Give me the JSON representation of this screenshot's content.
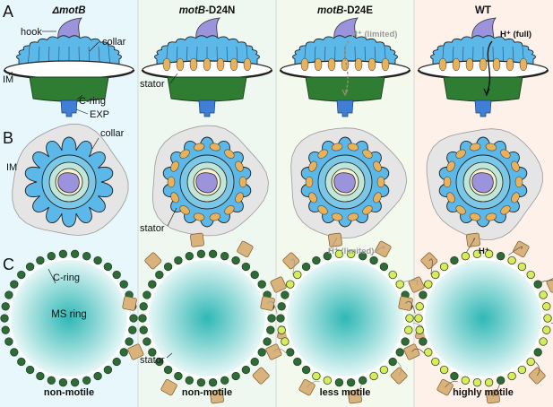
{
  "panel_letters": [
    "A",
    "B",
    "C"
  ],
  "columns": [
    {
      "title_italic": "ΔmotB",
      "title_rest": "",
      "label": "non-motile",
      "bg": "#e8f7fb",
      "stators": "none"
    },
    {
      "title_italic": "motB",
      "title_rest": "-D24N",
      "label": "non-motile",
      "bg": "#eef8f0",
      "stators": "unengaged"
    },
    {
      "title_italic": "motB",
      "title_rest": "-D24E",
      "label": "less motile",
      "bg": "#f3f9ec",
      "stators": "limited"
    },
    {
      "title_italic": "",
      "title_rest": "WT",
      "label": "highly motile",
      "bg": "#fdf1ea",
      "stators": "full"
    }
  ],
  "labels": {
    "hook": "hook",
    "collar_a": "collar",
    "im_a": "IM",
    "cring_a": "C-ring",
    "exp": "EXP",
    "stator_a": "stator",
    "h_limited_a": "H⁺ (limited)",
    "h_full_a": "H⁺ (full)",
    "collar_b": "collar",
    "im_b": "IM",
    "stator_b": "stator",
    "cring_c": "C-ring",
    "ms_ring": "MS ring",
    "stator_c": "stator",
    "h_limited_c": "H⁺ (limited)",
    "h_c": "H⁺"
  },
  "colors": {
    "collar": "#5cb8e8",
    "hook": "#9b93db",
    "cring_body": "#2f7d32",
    "exp": "#3f7fd6",
    "stator": "#e8b25c",
    "stator_c": "#d9b27c",
    "cring_bead": "#2e6b36",
    "cring_bead_active": "#d7ec5a",
    "ms_ring": "#2fb8b6"
  }
}
